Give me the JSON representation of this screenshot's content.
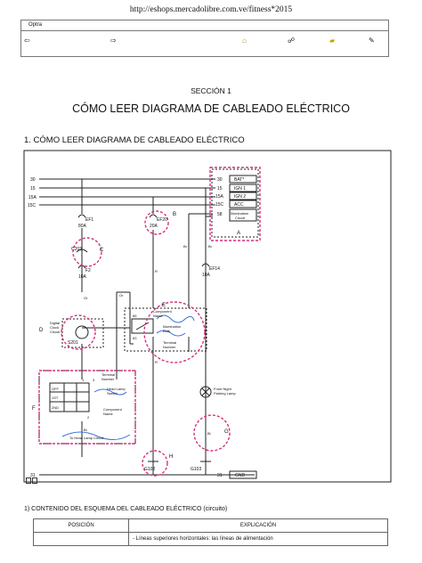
{
  "url": "http://eshops.mercadolibre.com.ve/fitness*2015",
  "toolbar": {
    "title": "Optra",
    "icons": [
      "back-arrow-icon",
      "forward-arrow-icon",
      "home-icon",
      "network-icon",
      "folder-icon",
      "pen-icon"
    ]
  },
  "section": "SECCIÓN 1",
  "main_title": "CÓMO LEER DIAGRAMA DE CABLEADO ELÉCTRICO",
  "subtitle": "1. CÓMO LEER DIAGRAMA DE CABLEADO ELÉCTRICO",
  "diagram": {
    "left_rails": [
      "30",
      "15",
      "15A",
      "15C"
    ],
    "right_rails": [
      "30",
      "15",
      "15A",
      "15C",
      "58"
    ],
    "supply_labels": [
      "BAT*",
      "IGN 1",
      "IGN 2",
      "ACC"
    ],
    "illumination": [
      "Illumination",
      "Circuit"
    ],
    "fuse_ef1": [
      "EF1",
      "80A"
    ],
    "fuse_ef20": [
      "EF20",
      "20A"
    ],
    "fuse_f2": [
      "F2",
      "10A"
    ],
    "fuse_ef14": [
      "EF14",
      "10A"
    ],
    "connector_c203": "C203",
    "digital_clock": [
      "Digital",
      "Clock",
      "Circuit"
    ],
    "splice_s201": "S201",
    "component_name_e": [
      "Component",
      "Name"
    ],
    "illumination_bulb": [
      "Illumination",
      "Bulb"
    ],
    "terminal_number_e": [
      "Terminal",
      "Number"
    ],
    "pin_85": "85",
    "pin_83": "83",
    "switch_terminal": [
      "Terminal",
      "Number"
    ],
    "switch_name": [
      "Head Lamp",
      "Switch"
    ],
    "switch_component": [
      "Component",
      "Name"
    ],
    "switch_states": [
      "OFF",
      "1ST",
      "2ND"
    ],
    "switch_pins": [
      "1",
      "3",
      "2"
    ],
    "to_head_lamp": "To Head Lamp Circuit",
    "front_lamp": [
      "Front Night",
      "Parking Lamp"
    ],
    "wire_colors": [
      "Or",
      "Or",
      "Br",
      "Br",
      "R",
      "R",
      "Bl",
      "Bl"
    ],
    "ground_rail": "31",
    "ground_right": "31",
    "gnd_label": "GND",
    "grounds": [
      "G102",
      "G103"
    ],
    "callouts": [
      "A",
      "B",
      "C",
      "D",
      "E",
      "F",
      "G",
      "H"
    ]
  },
  "list_title": "1) CONTENIDO DEL ESQUEMA DEL CABLEADO ELÉCTRICO (circuito)",
  "table": {
    "headers": [
      "POSICIÓN",
      "EXPLICACIÓN"
    ],
    "rows": [
      [
        "",
        "- Líneas superiores horizontales: las líneas de alimentación"
      ]
    ]
  }
}
